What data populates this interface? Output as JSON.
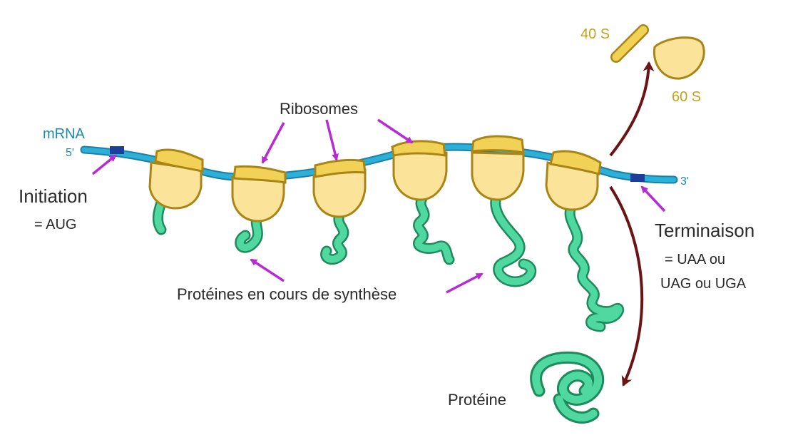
{
  "labels": {
    "mrna": "mRNA",
    "five_prime": "5'",
    "three_prime": "3'",
    "ribosomes": "Ribosomes",
    "initiation": "Initiation",
    "initiation_codon": "= AUG",
    "terminaison": "Terminaison",
    "stop_codons_1": "= UAA  ou",
    "stop_codons_2": "UAG ou UGA",
    "proteines_synthese": "Protéines en cours de synthèse",
    "proteine": "Protéine",
    "subunit_40s": "40 S",
    "subunit_60s": "60 S"
  },
  "colors": {
    "mrna": "#2bb0d8",
    "mrna_outline": "#1e7fa6",
    "codon": "#1c3f9a",
    "ribosome_fill": "#fbe49a",
    "ribosome_outline": "#a98515",
    "protein": "#4fd8a0",
    "protein_outline": "#1f8a5c",
    "pointer_arrow": "#b82ad6",
    "flow_arrow": "#6b1414"
  },
  "icons": [
    "mrna-strand",
    "ribosome",
    "protein-chain",
    "pointer-arrow",
    "dissociation-arrow",
    "release-arrow"
  ]
}
